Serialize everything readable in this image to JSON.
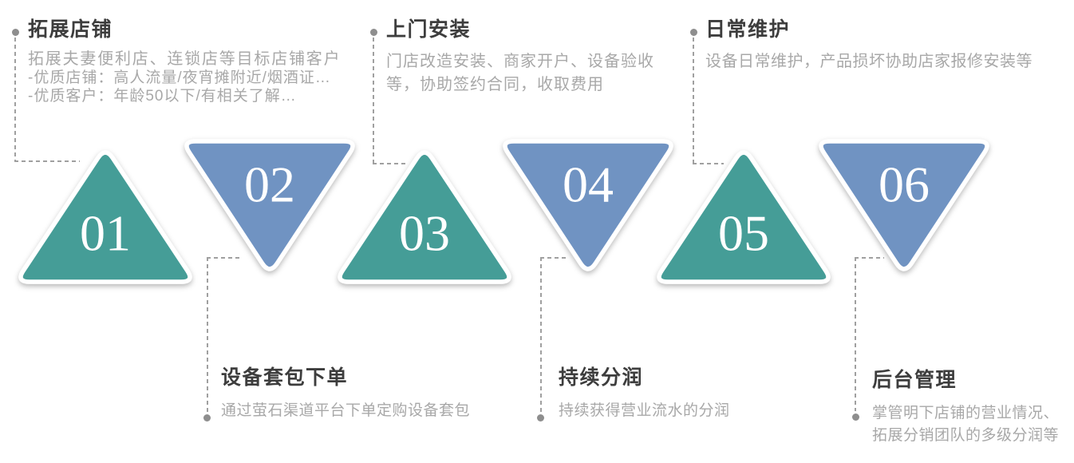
{
  "page": {
    "background": "#FFFFFF"
  },
  "palette": {
    "teal": "#459D97",
    "blue": "#6F93C2",
    "triangle_border": "#FFFFFF",
    "number_color": "#FFFFFF",
    "title_color": "#3D3D3D",
    "body_color": "#A8A8A8",
    "connector_color": "#A0A0A0",
    "bullet_color": "#8E8E8E"
  },
  "steps": [
    {
      "number": "01",
      "title": "拓展店铺",
      "desc_lines": [
        "拓展夫妻便利店、连锁店等目标店铺客户",
        "-优质店铺：高人流量/夜宵摊附近/烟酒证…",
        "-优质客户：年龄50以下/有相关了解…"
      ],
      "triangle": "teal-up",
      "label_position": "top"
    },
    {
      "number": "02",
      "title": "设备套包下单",
      "desc_lines": [
        "通过萤石渠道平台下单定购设备套包"
      ],
      "triangle": "blue-down",
      "label_position": "bottom"
    },
    {
      "number": "03",
      "title": "上门安装",
      "desc_lines": [
        "门店改造安装、商家开户、设备验收",
        "等，协助签约合同，收取费用"
      ],
      "triangle": "teal-up",
      "label_position": "top"
    },
    {
      "number": "04",
      "title": "持续分润",
      "desc_lines": [
        "持续获得营业流水的分润"
      ],
      "triangle": "blue-down",
      "label_position": "bottom"
    },
    {
      "number": "05",
      "title": "日常维护",
      "desc_lines": [
        "设备日常维护，产品损坏协助店家报修安装等"
      ],
      "triangle": "teal-up",
      "label_position": "top"
    },
    {
      "number": "06",
      "title": "后台管理",
      "desc_lines": [
        "掌管明下店铺的营业情况、",
        "拓展分销团队的多级分润等"
      ],
      "triangle": "blue-down",
      "label_position": "bottom"
    }
  ]
}
